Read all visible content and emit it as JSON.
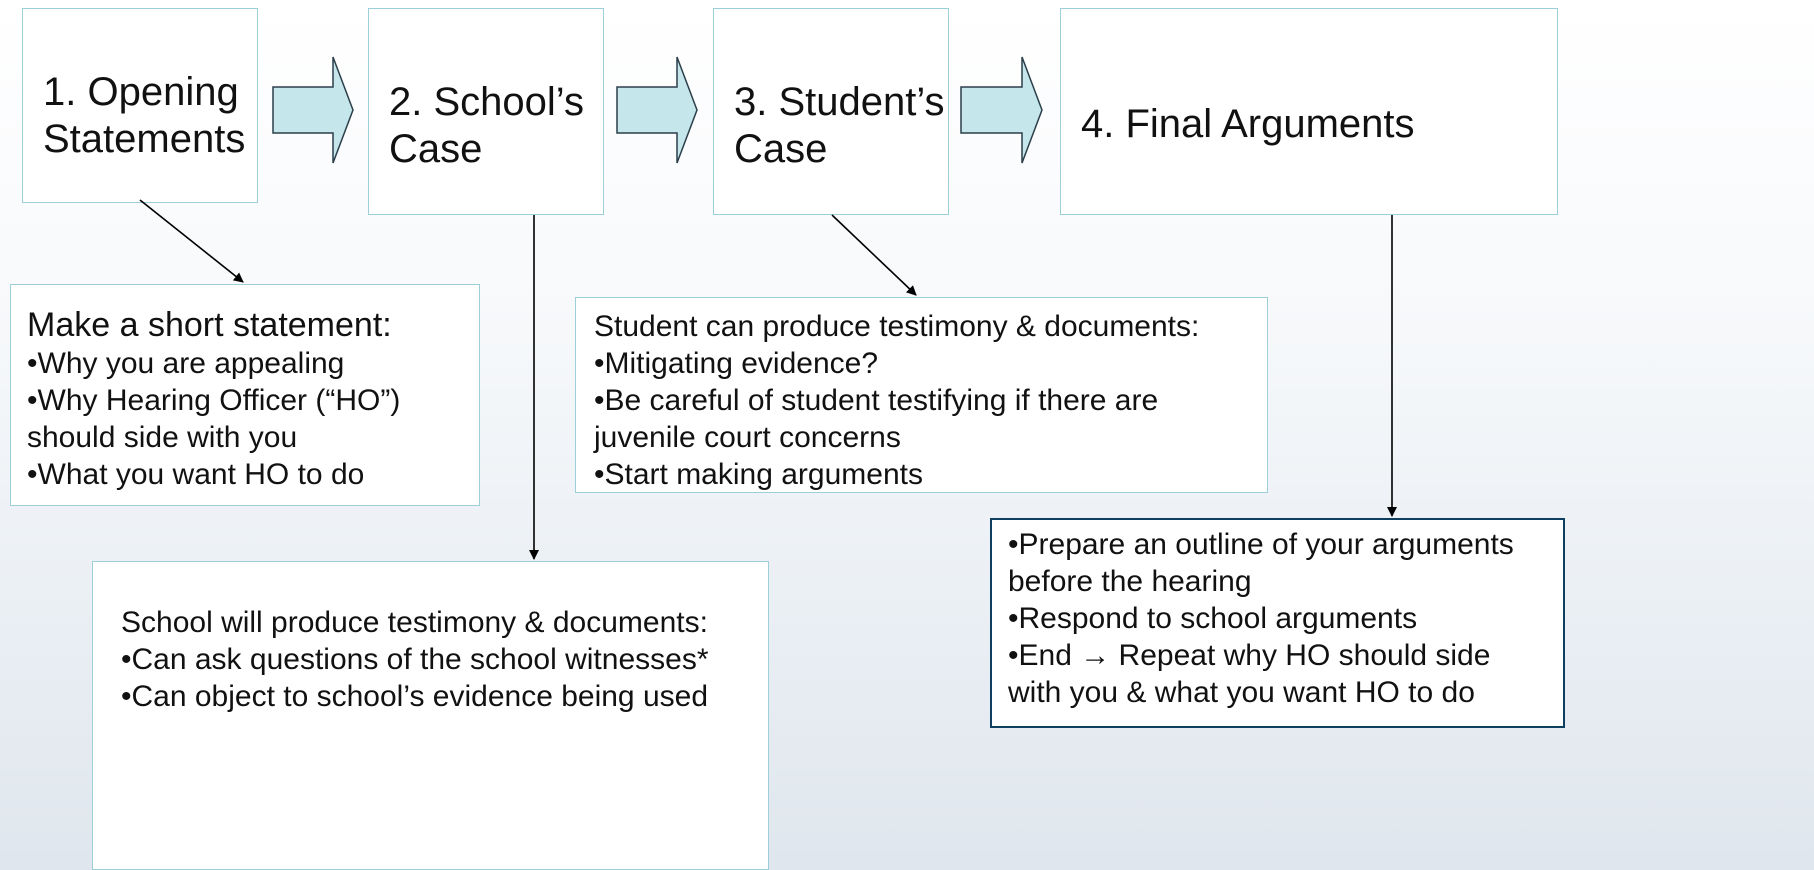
{
  "steps": [
    {
      "lines": [
        "1. Opening",
        "Statements"
      ]
    },
    {
      "lines": [
        "2. School’s",
        "Case"
      ]
    },
    {
      "lines": [
        "3. Student’s",
        "Case"
      ]
    },
    {
      "lines": [
        "4. Final Arguments"
      ]
    }
  ],
  "notes": {
    "opening": {
      "heading": "Make a short statement:",
      "lines": [
        "•Why you are appealing",
        "•Why Hearing Officer (“HO”)",
        "should side with you",
        "•What you want HO to do"
      ]
    },
    "student": {
      "lines": [
        "Student can produce testimony & documents:",
        "•Mitigating evidence?",
        "•Be careful of student testifying if there are",
        "juvenile court concerns",
        "•Start making arguments"
      ]
    },
    "school": {
      "lines": [
        "School will produce testimony & documents:",
        "•Can ask questions of the school witnesses*",
        "•Can object to school’s evidence being used"
      ]
    },
    "final": {
      "lines": [
        "•Prepare an outline of your arguments",
        "before the hearing",
        "•Respond to school arguments",
        "•End → Repeat why HO should side",
        "with you & what you want HO to do"
      ]
    }
  },
  "colors": {
    "step_border": "#9ccfd9",
    "block_arrow_fill": "#c5e6ea",
    "block_arrow_stroke": "#2b3f4a",
    "connector": "#000000",
    "note_dark_border": "#0f3f60"
  }
}
